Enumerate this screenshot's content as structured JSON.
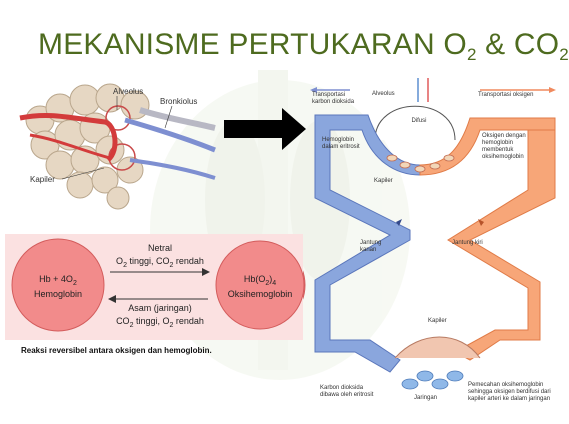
{
  "title": {
    "main": "MEKANISME PERTUKARAN O",
    "sub1": "2",
    "mid": " & CO",
    "sub2": "2"
  },
  "lung_labels": {
    "alveolus": "Alveolus",
    "bronkiolus": "Bronkiolus",
    "kapiler": "Kapiler"
  },
  "reaction": {
    "left_line1": "Hb + 4O",
    "left_sub": "2",
    "left_line2": "Hemoglobin",
    "right_line1a": "Hb(O",
    "right_sub1": "2",
    "right_line1b": ")",
    "right_sub2": "4",
    "right_line2": "Oksihemoglobin",
    "top_label": "Netral",
    "top_cond_a": "O",
    "top_cond_sub1": "2",
    "top_cond_b": " tinggi, CO",
    "top_cond_sub2": "2",
    "top_cond_c": " rendah",
    "bottom_label": "Asam (jaringan)",
    "bottom_cond_a": "CO",
    "bottom_cond_sub1": "2",
    "bottom_cond_b": " tinggi, O",
    "bottom_cond_sub2": "2",
    "bottom_cond_c": " rendah",
    "caption": "Reaksi reversibel antara oksigen dan hemoglobin."
  },
  "circulation": {
    "transport_co2": "Transportasi karbon dioksida",
    "alveolus": "Alveolus",
    "difusi": "Difusi",
    "transport_o2": "Transportasi oksigen",
    "hemoglobin_eritrosit": "Hemoglobin dalam eritrosit",
    "oksigen_hemoglobin": "Oksigen dengan hemoglobin membentuk oksihemoglobin",
    "kapiler_top": "Kapiler",
    "jantung_kanan": "Jantung kanan",
    "jantung_kiri": "Jantung kiri",
    "kapiler_bottom": "Kapiler",
    "karbon_dioksida": "Karbon dioksida dibawa oleh eritrosit",
    "jaringan": "Jaringan",
    "pemecahan": "Pemecahan oksihemoglobin sehingga oksigen berdifusi dari kapiler arteri ke dalam jaringan"
  },
  "colors": {
    "title": "#4e6b1f",
    "blue_vessel": "#7f9fd6",
    "orange_vessel": "#f59a6a",
    "reaction_bg": "#fbe1e1",
    "circle_fill": "#f08080"
  }
}
